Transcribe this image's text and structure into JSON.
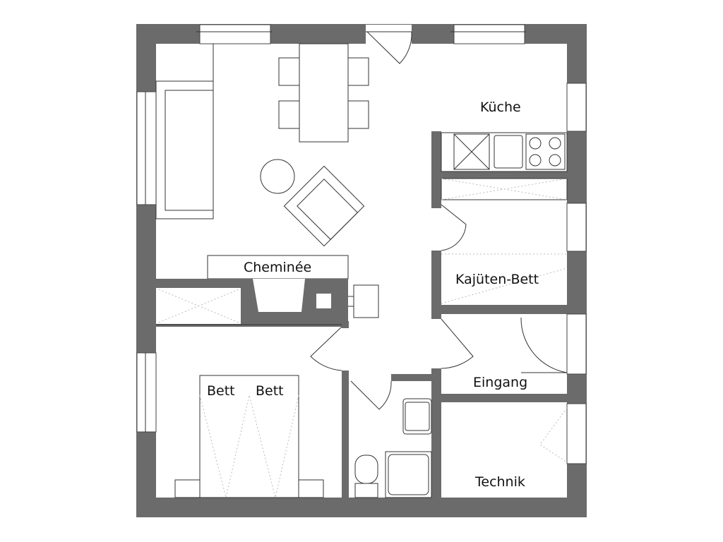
{
  "plan": {
    "rooms": {
      "kitchen": "Küche",
      "fireplace": "Cheminée",
      "bunk_bed": "Kajüten-Bett",
      "entrance": "Eingang",
      "bed_left": "Bett",
      "bed_right": "Bett",
      "utility": "Technik"
    },
    "wall_color": "#6b6b6b"
  }
}
